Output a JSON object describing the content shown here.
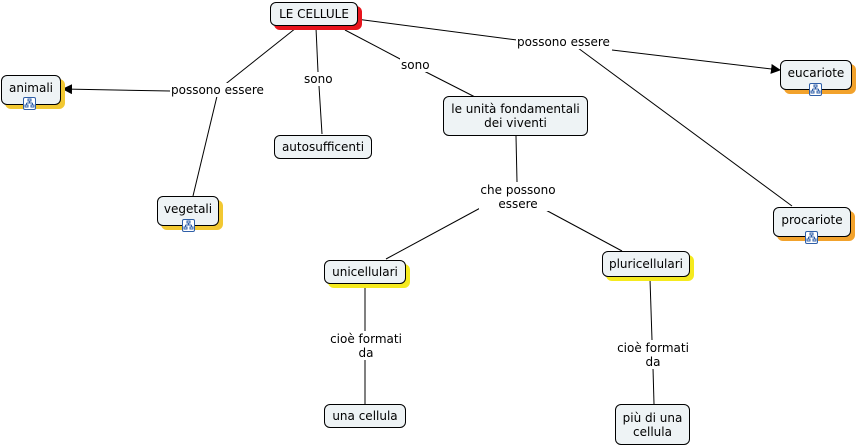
{
  "nodes": {
    "root": "LE CELLULE",
    "animali": "animali",
    "vegetali": "vegetali",
    "autosufficienti": "autosufficenti",
    "unita": "le unità fondamentali dei viventi",
    "eucariote": "eucariote",
    "procariote": "procariote",
    "unicellulari": "unicellulari",
    "pluricellulari": "pluricellulari",
    "una_cellula": "una cellula",
    "piu_cellula": "più di una cellula"
  },
  "links": {
    "possono_essere_left": "possono essere",
    "sono_1": "sono",
    "sono_2": "sono",
    "possono_essere_right": "possono essere",
    "che_possono_essere": "che possono essere",
    "cioe_formati_1": "cioè formati da",
    "cioe_formati_2": "cioè formati da"
  },
  "icons": {
    "concept_map_link": "concept-map-icon"
  },
  "colors": {
    "node_fill": "#eef3f5",
    "root_shadow": "#e8141c",
    "highlight_yellow": "#f5ea1e",
    "highlight_gold": "#f2c832",
    "highlight_orange": "#f2a22c",
    "badge_border": "#2f5fa8"
  }
}
